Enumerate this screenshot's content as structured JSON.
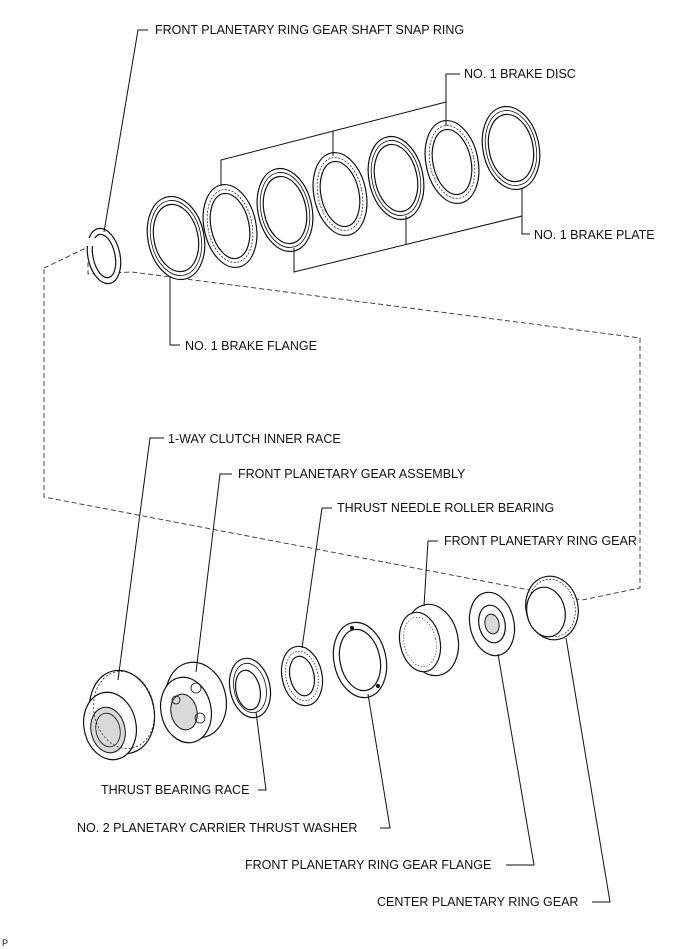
{
  "labels": {
    "front_planetary_ring_gear_shaft_snap_ring": "FRONT PLANETARY RING GEAR SHAFT SNAP RING",
    "no1_brake_disc": "NO. 1 BRAKE DISC",
    "no1_brake_plate": "NO. 1 BRAKE PLATE",
    "no1_brake_flange": "NO. 1 BRAKE FLANGE",
    "one_way_clutch_inner_race": "1-WAY CLUTCH INNER RACE",
    "front_planetary_gear_assembly": "FRONT PLANETARY GEAR ASSEMBLY",
    "thrust_needle_roller_bearing": "THRUST NEEDLE ROLLER BEARING",
    "front_planetary_ring_gear": "FRONT PLANETARY RING GEAR",
    "thrust_bearing_race": "THRUST BEARING RACE",
    "no2_planetary_carrier_thrust_washer": "NO. 2 PLANETARY CARRIER THRUST WASHER",
    "front_planetary_ring_gear_flange": "FRONT PLANETARY RING GEAR FLANGE",
    "center_planetary_ring_gear": "CENTER PLANETARY RING GEAR"
  },
  "figure_code": "P"
}
